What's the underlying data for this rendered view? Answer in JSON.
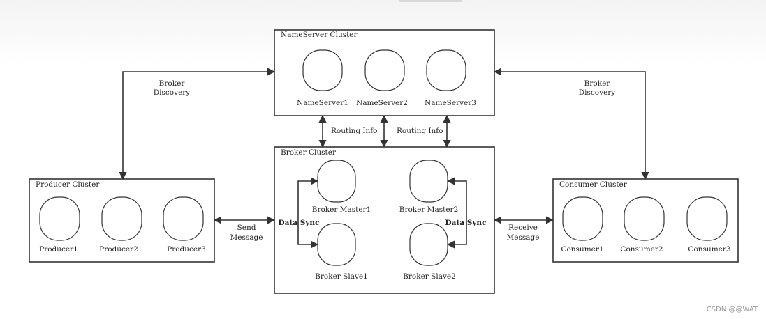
{
  "nameserver_cluster": {
    "title": "NameServer Cluster",
    "nodes": [
      "NameServer1",
      "NameServer2",
      "NameServer3"
    ]
  },
  "broker_cluster": {
    "title": "Broker Cluster",
    "nodes": [
      "Broker Master1",
      "Broker Master2",
      "Broker Slave1",
      "Broker Slave2"
    ],
    "data_sync_left": "Data Sync",
    "data_sync_right": "Data Sync"
  },
  "producer_cluster": {
    "title": "Producer Cluster",
    "nodes": [
      "Producer1",
      "Producer2",
      "Producer3"
    ]
  },
  "consumer_cluster": {
    "title": "Consumer Cluster",
    "nodes": [
      "Consumer1",
      "Consumer2",
      "Consumer3"
    ]
  },
  "edges": {
    "broker_discovery_left": [
      "Broker",
      "Discovery"
    ],
    "broker_discovery_right": [
      "Broker",
      "Discovery"
    ],
    "routing_info_left": "Routing Info",
    "routing_info_right": "Routing Info",
    "send_message": [
      "Send",
      "Message"
    ],
    "receive_message": [
      "Receive",
      "Message"
    ]
  },
  "watermark": "CSDN @@WAT"
}
